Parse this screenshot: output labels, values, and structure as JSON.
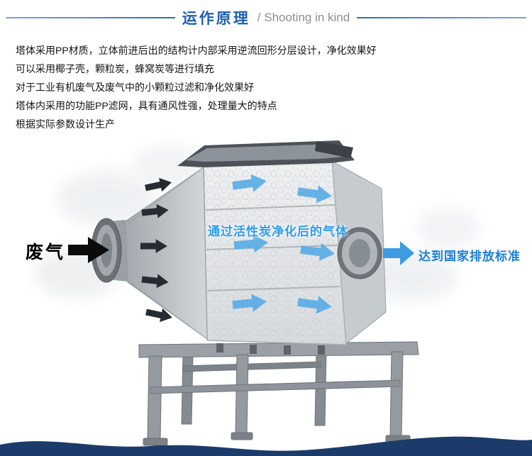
{
  "header": {
    "title": "运作原理",
    "subtitle": "/ Shooting in kind"
  },
  "description": {
    "lines": [
      "塔体采用PP材质，立体前进后出的结构计内部采用逆流回形分层设计，净化效果好",
      "可以采用椰子壳，颗粒炭，蜂窝炭等进行填充",
      "对于工业有机废气及废气中的小颗粒过滤和净化效果好",
      "塔体内采用的功能PP滤网，具有通风性强，处理量大的特点",
      "根据实际参数设计生产"
    ]
  },
  "diagram": {
    "inlet_label": "废气",
    "purified_label": "通过活性炭净化后的气体",
    "outlet_label": "达到国家排放标准"
  },
  "colors": {
    "title_blue": "#1e5fae",
    "subtitle_gray": "#8e8e8e",
    "purified_text_blue": "#2f9ceb",
    "outlet_text_blue": "#1c7fd6",
    "flow_arrow_blue": "#5aade6",
    "flow_arrow_dark": "#262c32",
    "inlet_arrow_black": "#0b0b0b",
    "footer_navy": "#1b3c6b"
  }
}
